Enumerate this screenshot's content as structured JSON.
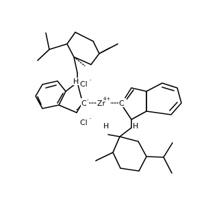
{
  "labels": {
    "cl_top": "Cl",
    "cl_top_charge": "-",
    "cl_bottom": "Cl",
    "cl_bottom_charge": "-",
    "zr": "Zr",
    "zr_charge": "4+",
    "c_left": "C",
    "c_left_charge": "-",
    "c_right": "C",
    "h_left": "H",
    "h_right": "H",
    "h_bottom": "H"
  }
}
